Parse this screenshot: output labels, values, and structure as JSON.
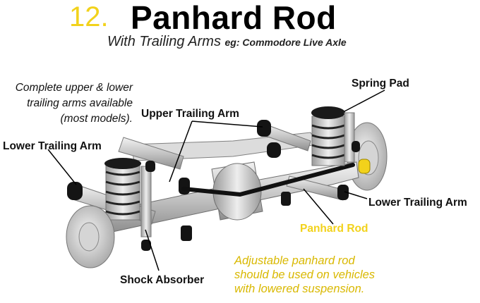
{
  "title": {
    "number": "12.",
    "name": "Panhard Rod"
  },
  "subtitle": {
    "main": "With Trailing Arms",
    "example": "eg: Commodore Live Axle"
  },
  "notes": {
    "left": [
      "Complete upper & lower",
      "trailing arms available",
      "(most models)."
    ],
    "bottom": [
      "Adjustable panhard rod",
      "should be used on vehicles",
      "with lowered suspension."
    ]
  },
  "labels": {
    "spring_pad": "Spring Pad",
    "upper_trailing_arm": "Upper Trailing Arm",
    "lower_trailing_arm_left": "Lower Trailing Arm",
    "lower_trailing_arm_right": "Lower Trailing Arm",
    "panhard_rod": "Panhard Rod",
    "shock_absorber": "Shock Absorber"
  },
  "colors": {
    "title_number": "#f2d21b",
    "highlight": "#f2d21b",
    "note_text": "#d9b800",
    "bushing": "#111111",
    "metal": "#c9c9c9"
  }
}
